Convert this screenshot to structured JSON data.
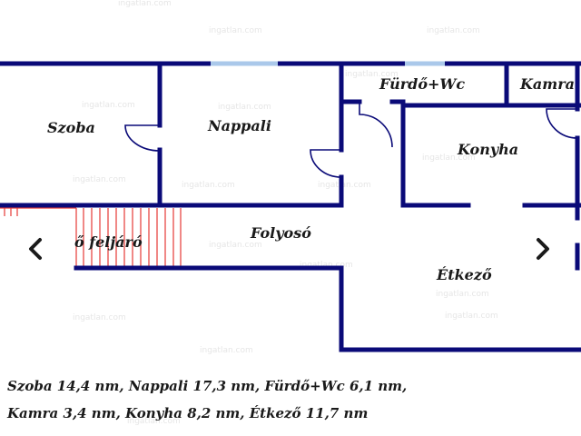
{
  "watermark": "ingatlan.com",
  "rooms": [
    {
      "key": "szoba",
      "label": "Szoba"
    },
    {
      "key": "nappali",
      "label": "Nappali"
    },
    {
      "key": "furdo",
      "label": "Fürdő+Wc"
    },
    {
      "key": "kamra",
      "label": "Kamra"
    },
    {
      "key": "konyha",
      "label": "Konyha"
    },
    {
      "key": "feljaro",
      "label": "ő feljáró"
    },
    {
      "key": "folyoso",
      "label": "Folyosó"
    },
    {
      "key": "etkezo",
      "label": "Étkező"
    }
  ],
  "areas": {
    "line1": "Szoba 14,4 nm, Nappali 17,3 nm, Fürdő+Wc 6,1 nm,",
    "line2": "Kamra 3,4 nm, Konyha 8,2 nm, Étkező 11,7 nm"
  },
  "navigation": {
    "prev_icon": "chevron-left-icon",
    "next_icon": "chevron-right-icon"
  },
  "colors": {
    "wall": "#0a0a78",
    "window": "#aac8ea",
    "stairs": "#e53935",
    "arrow": "#1a1a1a"
  }
}
